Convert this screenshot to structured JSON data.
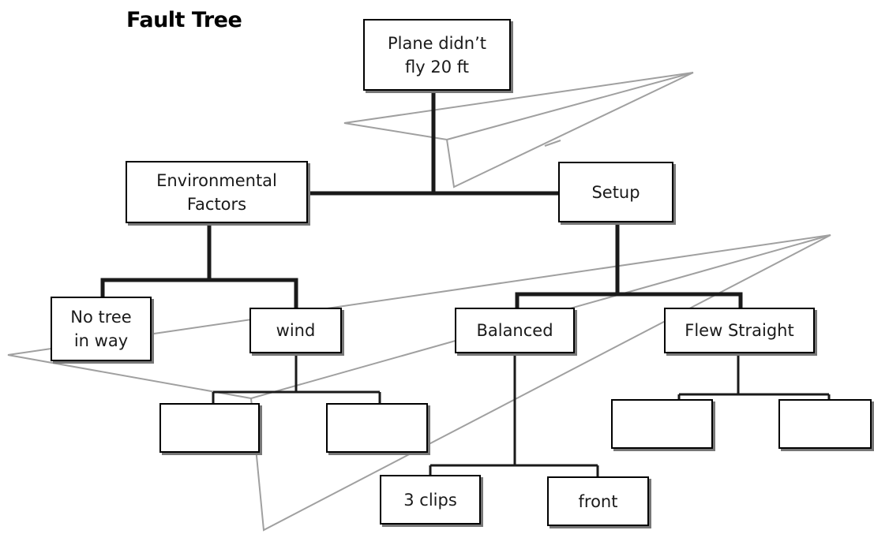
{
  "title": "Fault Tree",
  "nodes": {
    "top_event": "Plane didn’t\nfly 20 ft",
    "environmental": "Environmental\nFactors",
    "setup": "Setup",
    "no_tree": "No tree\nin way",
    "wind": "wind",
    "balanced": "Balanced",
    "flew_straight": "Flew Straight",
    "clips": "3 clips",
    "front": "front",
    "blank_1": "",
    "blank_2": "",
    "blank_3": "",
    "blank_4": ""
  },
  "colors": {
    "connector": "#1a1a1a",
    "plane_outline": "#a0a0a0",
    "box_shadow": "#777777"
  },
  "icons": [
    "paper-airplane-icon"
  ]
}
